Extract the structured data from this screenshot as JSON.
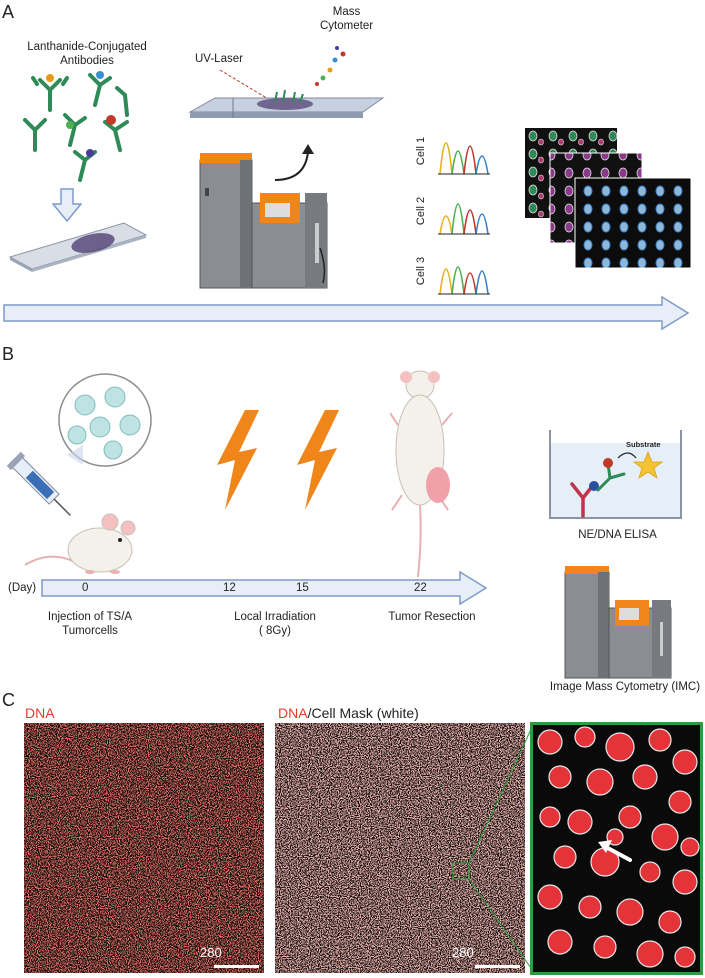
{
  "panelA": {
    "letter": "A",
    "antibodies_label": "Lanthanide-Conjugated\nAntibodies",
    "uv_laser_label": "UV-Laser",
    "mass_cytometer_label": "Mass\nCytometer",
    "cells": [
      "Cell 1",
      "Cell 2",
      "Cell 3"
    ]
  },
  "panelB": {
    "letter": "B",
    "day_label": "(Day)",
    "days": [
      "0",
      "12",
      "15",
      "22"
    ],
    "injection_label": "Injection of TS/A\nTumorcells",
    "irradiation_label": "Local Irradiation\n( 8Gy)",
    "resection_label": "Tumor Resection",
    "substrate_label": "Substrate",
    "elisa_label": "NE/DNA ELISA",
    "imc_label": "Image Mass Cytometry (IMC)"
  },
  "panelC": {
    "letter": "C",
    "dna_label": "DNA",
    "dna_mask_label_red": "DNA",
    "dna_mask_label_rest": "/Cell Mask (white)",
    "scale_left": "280",
    "scale_right": "280"
  },
  "colors": {
    "arrow_fill": "#e8eef8",
    "arrow_stroke": "#7f9bc8",
    "bolt": "#f0861a",
    "dna_red": "#e53b2e",
    "zoom_green": "#2e9b3e"
  }
}
